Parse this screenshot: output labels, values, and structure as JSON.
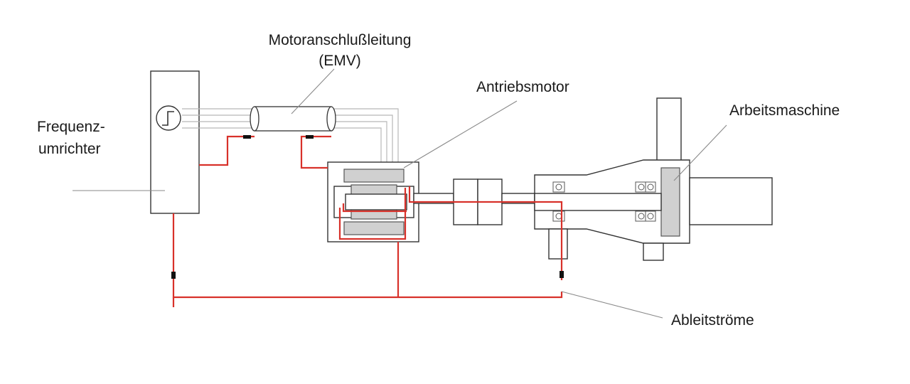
{
  "labels": {
    "frequency_converter_line1": "Frequenz-",
    "frequency_converter_line2": "umrichter",
    "motor_cable_line1": "Motoranschlußleitung",
    "motor_cable_line2": "(EMV)",
    "drive_motor": "Antriebsmotor",
    "driven_machine": "Arbeitsmaschine",
    "leakage_currents": "Ableitströme"
  },
  "colors": {
    "current_path": "#d8312a",
    "outline": "#333333",
    "cable": "#b8b8b8",
    "shaded_part": "#d0d0d0",
    "leader_line": "#8a8a8a"
  }
}
